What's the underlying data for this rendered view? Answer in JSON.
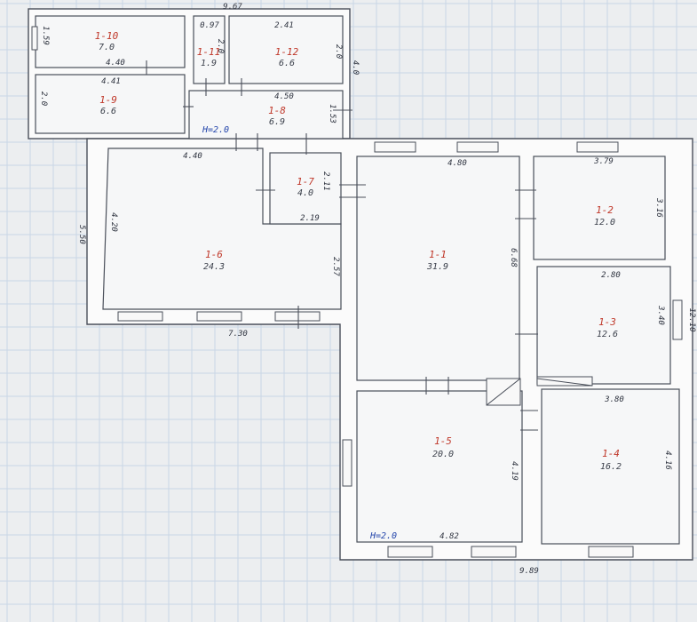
{
  "rooms": {
    "r1_10": {
      "id": "1-10",
      "area": "7.0"
    },
    "r1_11": {
      "id": "1-11",
      "area": "1.9"
    },
    "r1_12": {
      "id": "1-12",
      "area": "6.6"
    },
    "r1_9": {
      "id": "1-9",
      "area": "6.6"
    },
    "r1_8": {
      "id": "1-8",
      "area": "6.9"
    },
    "r1_7": {
      "id": "1-7",
      "area": "4.0"
    },
    "r1_6": {
      "id": "1-6",
      "area": "24.3"
    },
    "r1_1": {
      "id": "1-1",
      "area": "31.9"
    },
    "r1_2": {
      "id": "1-2",
      "area": "12.0"
    },
    "r1_3": {
      "id": "1-3",
      "area": "12.6"
    },
    "r1_5": {
      "id": "1-5",
      "area": "20.0"
    },
    "r1_4": {
      "id": "1-4",
      "area": "16.2"
    }
  },
  "dimensions": {
    "top_total": "9.67",
    "r10_height": "1.59",
    "r10_width": "4.40",
    "r11_width": "0.97",
    "r11_height": "2.0",
    "r12_width": "2.41",
    "r12_height": "2.0",
    "annex_right": "4.0",
    "r9_width": "4.41",
    "r9_height": "2.0",
    "r8_width": "4.50",
    "r8_height": "1.53",
    "r6_top": "4.40",
    "r6_inner_left": "4.20",
    "r6_outer_left": "5.50",
    "r6_right": "2.57",
    "r6_bottom": "7.30",
    "r7_height": "2.11",
    "r7_width": "2.19",
    "r1_top": "4.80",
    "r1_right": "6.68",
    "r2_top": "3.79",
    "r2_right": "3.16",
    "r3_top": "2.80",
    "r3_right": "3.40",
    "right_total": "12.10",
    "r4_top": "3.80",
    "r4_right": "4.16",
    "r5_right": "4.19",
    "r5_bottom": "4.82",
    "bottom_total": "9.89"
  },
  "heights": {
    "upper": "H=2.0",
    "lower": "H=2.0"
  }
}
